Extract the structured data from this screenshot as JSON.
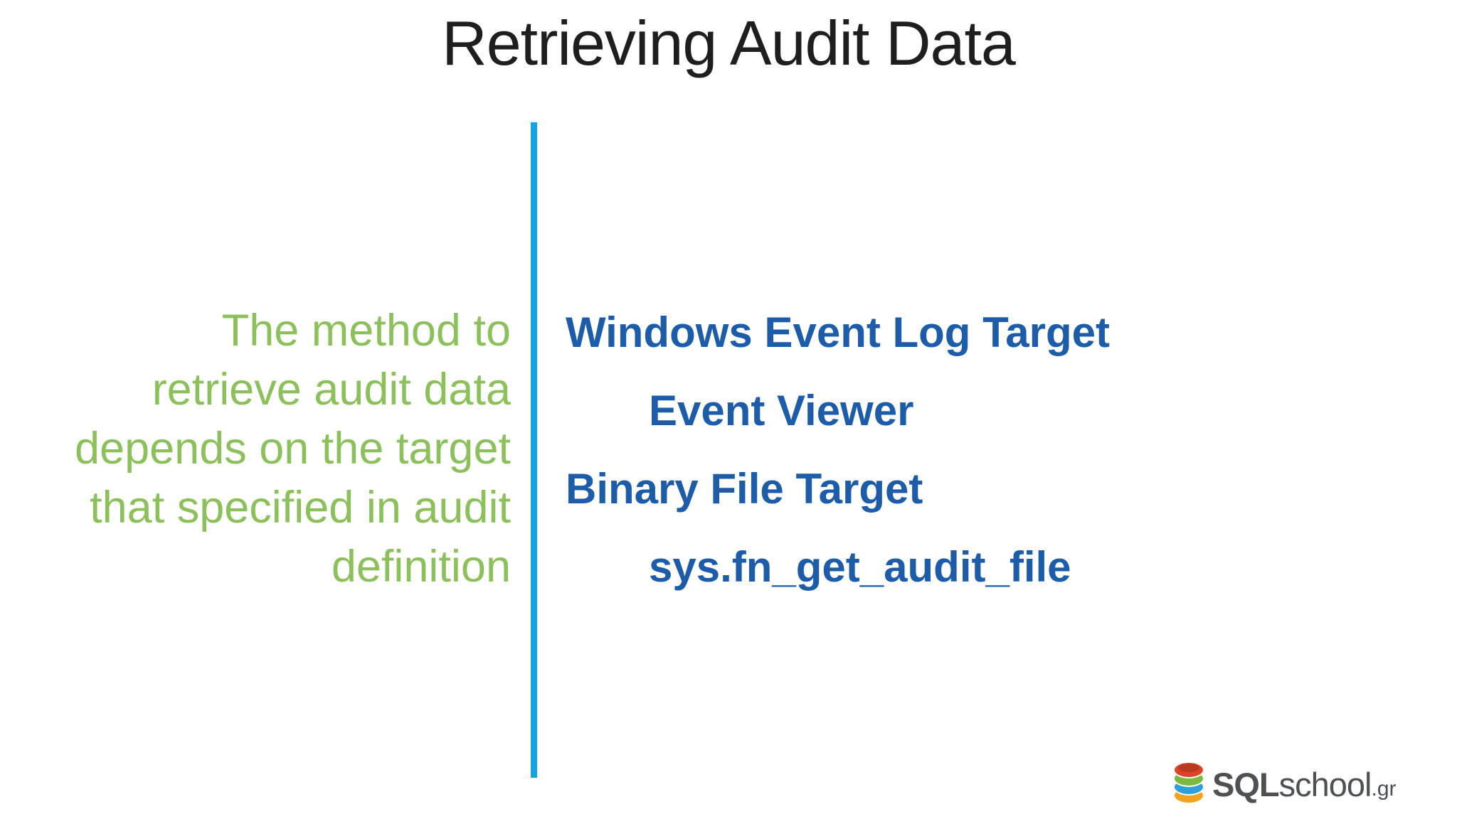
{
  "slide": {
    "title": "Retrieving Audit Data"
  },
  "left_panel": {
    "lines": [
      "The method to",
      "retrieve audit data",
      "depends on the target",
      "that specified in audit",
      "definition"
    ]
  },
  "right_panel": {
    "items": [
      {
        "label": "Windows Event Log Target",
        "indent": false
      },
      {
        "label": "Event Viewer",
        "indent": true
      },
      {
        "label": "Binary File Target",
        "indent": false
      },
      {
        "label": "sys.fn_get_audit_file",
        "indent": true
      }
    ]
  },
  "logo": {
    "icon": "database-icon",
    "sql": "SQL",
    "school": "school",
    "tld": ".gr"
  },
  "colors": {
    "background": "#FFFFFF",
    "title": "#1E1E1E",
    "green": "#8CC05A",
    "blue": "#1C5CA8",
    "divider": "#15A3E8",
    "logo_text": "#4F5052",
    "logo_red": "#DC4327",
    "logo_red_dark": "#BA3A1F",
    "logo_green": "#7BB93F",
    "logo_blue": "#2E9FD8",
    "logo_yellow": "#F0A41E"
  }
}
